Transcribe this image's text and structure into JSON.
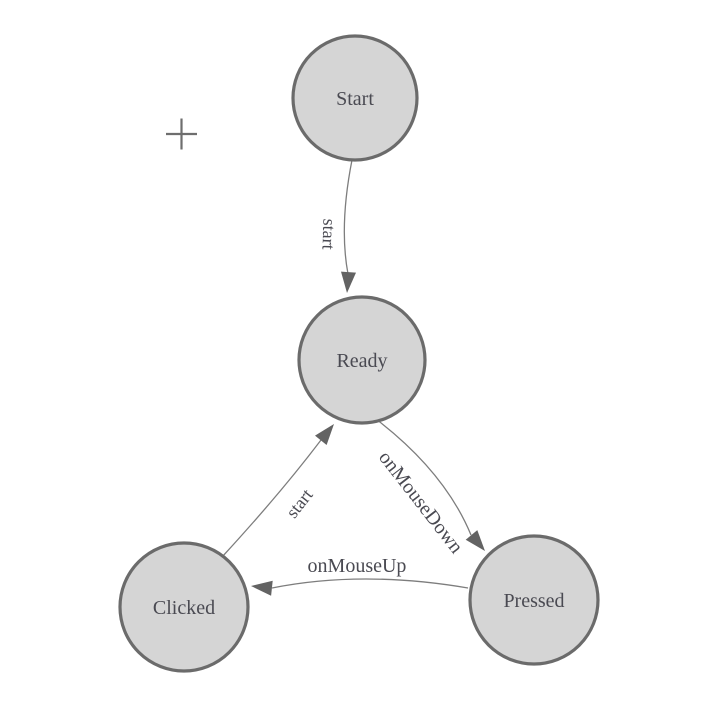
{
  "diagram": {
    "type": "state-machine",
    "nodes": [
      {
        "label": "Start"
      },
      {
        "label": "Ready"
      },
      {
        "label": "Clicked"
      },
      {
        "label": "Pressed"
      }
    ],
    "edges": [
      {
        "label": "start",
        "from": "Start",
        "to": "Ready"
      },
      {
        "label": "onMouseDown",
        "from": "Ready",
        "to": "Pressed"
      },
      {
        "label": "start",
        "from": "Clicked",
        "to": "Ready"
      },
      {
        "label": "onMouseUp",
        "from": "Pressed",
        "to": "Clicked"
      }
    ],
    "cursor": "crosshair-plus"
  },
  "colors": {
    "background": "#ffffff",
    "node_fill": "#d5d5d5",
    "node_border": "#6b6b6b",
    "node_text": "#4a4a52",
    "edge_line": "#7d7d7d",
    "arrow_fill": "#636363",
    "edge_text": "#4a4a52",
    "crosshair": "#6e6e6e"
  }
}
